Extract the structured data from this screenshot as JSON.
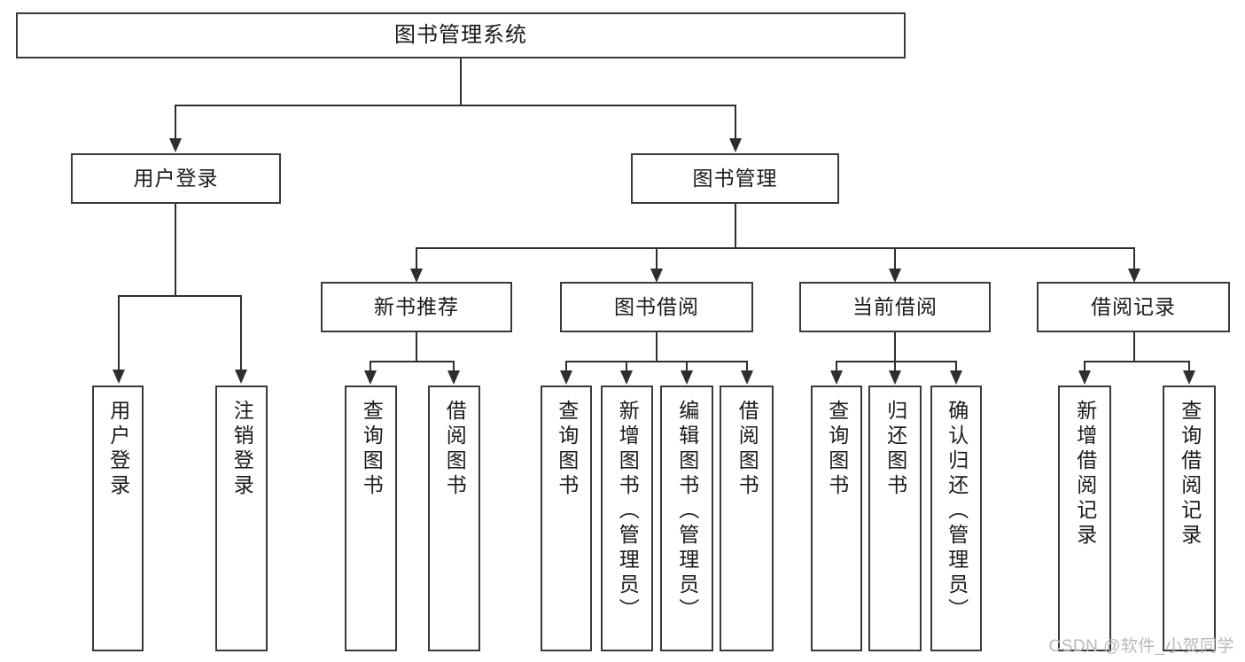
{
  "diagram": {
    "title": "图书管理系统",
    "type": "tree",
    "watermark": "CSDN @软件_小贺同学",
    "colors": {
      "box_border": "#3a3a3a",
      "connector": "#2e2e2e",
      "background": "#ffffff",
      "text": "#1a1a1a",
      "watermark": "#b9b9b9"
    },
    "levels": {
      "root": [
        "图书管理系统"
      ],
      "level2": [
        "用户登录",
        "图书管理"
      ],
      "level3": [
        "新书推荐",
        "图书借阅",
        "当前借阅",
        "借阅记录"
      ],
      "leaves": [
        "用户登录",
        "注销登录",
        "查询图书",
        "借阅图书",
        "查询图书",
        "新增图书（管理员）",
        "编辑图书（管理员）",
        "借阅图书",
        "查询图书",
        "归还图书",
        "确认归还（管理员）",
        "新增借阅记录",
        "查询借阅记录"
      ]
    },
    "nodes": {
      "root": {
        "label": "图书管理系统"
      },
      "user_login": {
        "label": "用户登录"
      },
      "book_mgmt": {
        "label": "图书管理"
      },
      "new_book_rec": {
        "label": "新书推荐"
      },
      "book_borrow": {
        "label": "图书借阅"
      },
      "current_borrow": {
        "label": "当前借阅"
      },
      "borrow_record": {
        "label": "借阅记录"
      },
      "leaf_user_login": {
        "label": "用户登录"
      },
      "leaf_logout": {
        "label": "注销登录"
      },
      "leaf_query_book_a": {
        "label": "查询图书"
      },
      "leaf_borrow_book_a": {
        "label": "借阅图书"
      },
      "leaf_query_book_b": {
        "label": "查询图书"
      },
      "leaf_add_book": {
        "label": "新增图书（管理员）"
      },
      "leaf_edit_book": {
        "label": "编辑图书（管理员）"
      },
      "leaf_borrow_book_b": {
        "label": "借阅图书"
      },
      "leaf_query_book_c": {
        "label": "查询图书"
      },
      "leaf_return_book": {
        "label": "归还图书"
      },
      "leaf_confirm_return": {
        "label": "确认归还（管理员）"
      },
      "leaf_add_record": {
        "label": "新增借阅记录"
      },
      "leaf_query_record": {
        "label": "查询借阅记录"
      }
    }
  }
}
